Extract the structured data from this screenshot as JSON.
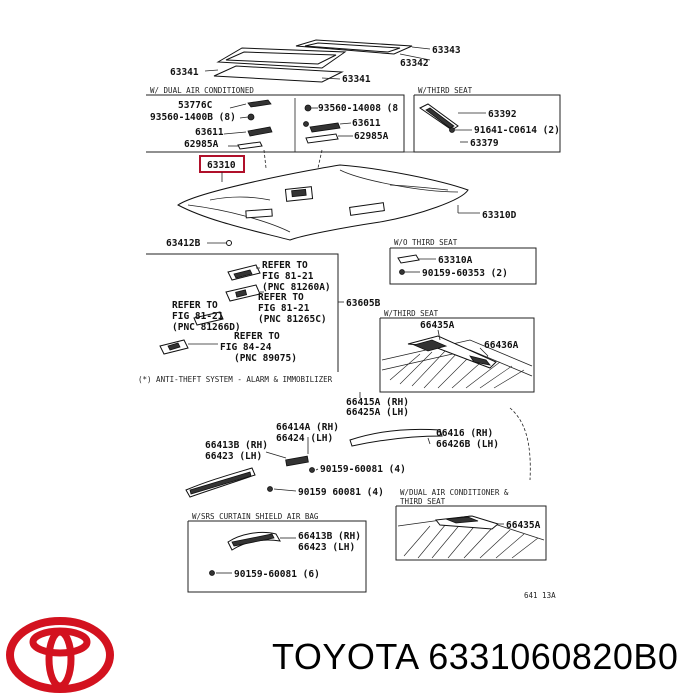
{
  "labels": {
    "p63343": "63343",
    "p63342": "63342",
    "p63341a": "63341",
    "p63341b": "63341",
    "p53776c": "53776C",
    "p93560_1400b_l": "93560-1400B (8)",
    "p93560_14008_r": "93560-14008 (8",
    "p63611_l": "63611",
    "p63611_r": "63611",
    "p62985a_l": "62985A",
    "p62985a_r": "62985A",
    "p63392": "63392",
    "p91641": "91641-C0614 (2)",
    "p63379": "63379",
    "p63310_box": "63310",
    "p63310d": "63310D",
    "p63412b": "63412B",
    "p63310a": "63310A",
    "p90159_60353": "90159-60353 (2)",
    "p63605b": "63605B",
    "ref1_a": "REFER TO",
    "ref1_b": "FIG 81-21",
    "ref1_c": "(PNC 81260A)",
    "ref2_a": "REFER TO",
    "ref2_b": "FIG 81-21",
    "ref2_c": "(PNC 81265C)",
    "ref3_a": "REFER TO",
    "ref3_b": "FIG 81-21",
    "ref3_c": "(PNC 81266D)",
    "ref4_a": "REFER TO",
    "ref4_b": "FIG 84-24",
    "ref4_c": "(PNC 89075)",
    "p66435a_top": "66435A",
    "p66436a": "66436A",
    "p66415a": "66415A (RH)",
    "p66425a": "66425A (LH)",
    "p66414a": "66414A (RH)",
    "p66424": "66424 (LH)",
    "p66416": "66416 (RH)",
    "p66426b": "66426B (LH)",
    "p66413b_rh": "66413B (RH)",
    "p66423_lh": "66423 (LH)",
    "p90159_60081_a": "90159-60081 (4)",
    "p90159_60081_b": "90159  60081 (4)",
    "p66435a_bot": "66435A",
    "p66413b_rh2": "66413B (RH)",
    "p66423_lh2": "66423 (LH)",
    "p90159_60081_c": "90159-60081 (6)",
    "fig_code": "641 13A"
  },
  "captions": {
    "manual_air": "W/ DUAL AIR CONDITIONED",
    "third_seat": "W/THIRD SEAT",
    "wo_third_seat": "W/O THIRD SEAT",
    "with_third_seat": "W/THIRD SEAT",
    "anti_theft": "(*) ANTI-THEFT SYSTEM - ALARM & IMMOBILIZER",
    "dual_air_third": "W/DUAL AIR CONDITIONER &",
    "dual_air_third_b": "THIRD SEAT",
    "curtain": "W/SRS CURTAIN SHIELD AIR BAG"
  },
  "brand": {
    "caption": "TOYOTA 6331060820B0",
    "logo_icon": "toyota-logo-icon",
    "logo_color": "#d3121f"
  }
}
